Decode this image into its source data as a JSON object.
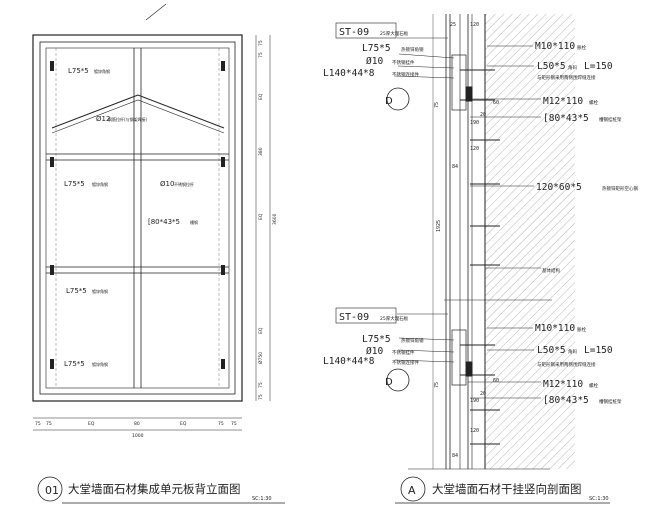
{
  "left": {
    "labels": {
      "l75_a": "L75*5",
      "l75_a_note": "镀锌角钢",
      "rod": "Ø12",
      "rod_note": "钢筋拉杆(与钢架焊接)",
      "l75_b": "L75*5",
      "l75_b_note": "镀锌角钢",
      "d10": "Ø10",
      "d10_note": "不锈钢拉杆",
      "c80": "[80*43*5",
      "c80_note": "槽钢",
      "l75_c": "L75*5",
      "l75_c_note": "镀锌角钢",
      "l75_d": "L75*5",
      "l75_d_note": "镀锌角钢"
    },
    "dims_right": [
      "75",
      "75",
      "EQ",
      "380",
      "EQ",
      "3600",
      "EQ",
      "Ø750",
      "75",
      "75"
    ],
    "dims_bottom": [
      "75",
      "75",
      "EQ",
      "80",
      "EQ",
      "75",
      "75"
    ],
    "dims_total": "1000",
    "title_no": "01",
    "title": "大堂墙面石材集成单元板背立面图",
    "scale": "SC:1:30"
  },
  "right": {
    "top_dims": [
      "25",
      "120"
    ],
    "section": {
      "st": "ST-09",
      "st_note": "25厚大理石板",
      "l75": "L75*5",
      "l75_note": "热镀锌角钢",
      "d10": "Ø10",
      "d10_note": "不锈钢挂件",
      "l140": "L140*44*8",
      "l140_note": "不锈钢连接件",
      "m10": "M10*110",
      "m10_note": "胀栓",
      "l50": "L50*5",
      "l50_note": "角码",
      "l150": "L=150",
      "l50_sub": "与矩形钢采用两侧围焊缝连接",
      "m12": "M12*110",
      "m12_note": "螺栓",
      "c80": "[80*43*5",
      "c80_note": "槽钢挂桩架",
      "marker": "D",
      "d_75": "75",
      "d_190": "190",
      "d_20": "20",
      "d_60": "60",
      "d_84": "84",
      "d_120": "120"
    },
    "tube": "120*60*5",
    "tube_note": "热镀锌矩形空心钢",
    "height": "1925",
    "structure": "基体结构",
    "section2": {
      "st": "ST-09",
      "st_note": "25厚大理石板",
      "l75": "L75*5",
      "l75_note": "热镀锌角钢",
      "d10": "Ø10",
      "d10_note": "不锈钢挂件",
      "l140": "L140*44*8",
      "l140_note": "不锈钢连接件",
      "m10": "M10*110",
      "m10_note": "胀栓",
      "l50": "L50*5",
      "l50_note": "角码",
      "l150": "L=150",
      "l50_sub": "与矩形钢采用两侧围焊缝连接",
      "m12": "M12*110",
      "m12_note": "螺栓",
      "c80": "[80*43*5",
      "c80_note": "槽钢挂桩架",
      "marker": "D",
      "d_75": "75",
      "d_190": "190",
      "d_20": "20",
      "d_60": "60",
      "d_84": "84",
      "d_120": "120"
    },
    "title_no": "A",
    "title": "大堂墙面石材干挂竖向剖面图",
    "scale": "SC:1:30"
  }
}
